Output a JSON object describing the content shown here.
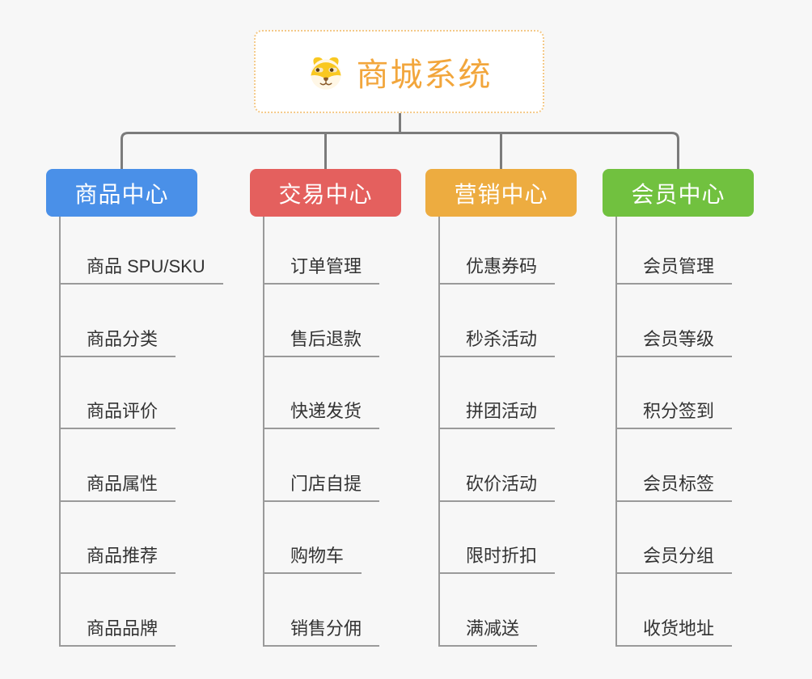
{
  "page": {
    "background": "#F7F7F7",
    "connector_color": "#7B7B7B",
    "subline_color": "#9A9A9A"
  },
  "root": {
    "title": "商城系统",
    "icon": "dog-face-icon",
    "title_color": "#F2A63C",
    "border_color": "#F4C988"
  },
  "branches": [
    {
      "label": "商品中心",
      "color": "#4A90E8",
      "items": [
        "商品 SPU/SKU",
        "商品分类",
        "商品评价",
        "商品属性",
        "商品推荐",
        "商品品牌"
      ]
    },
    {
      "label": "交易中心",
      "color": "#E4605E",
      "items": [
        "订单管理",
        "售后退款",
        "快递发货",
        "门店自提",
        "购物车",
        "销售分佣"
      ]
    },
    {
      "label": "营销中心",
      "color": "#EDAC40",
      "items": [
        "优惠券码",
        "秒杀活动",
        "拼团活动",
        "砍价活动",
        "限时折扣",
        "满减送"
      ]
    },
    {
      "label": "会员中心",
      "color": "#71C13F",
      "items": [
        "会员管理",
        "会员等级",
        "积分签到",
        "会员标签",
        "会员分组",
        "收货地址"
      ]
    }
  ]
}
